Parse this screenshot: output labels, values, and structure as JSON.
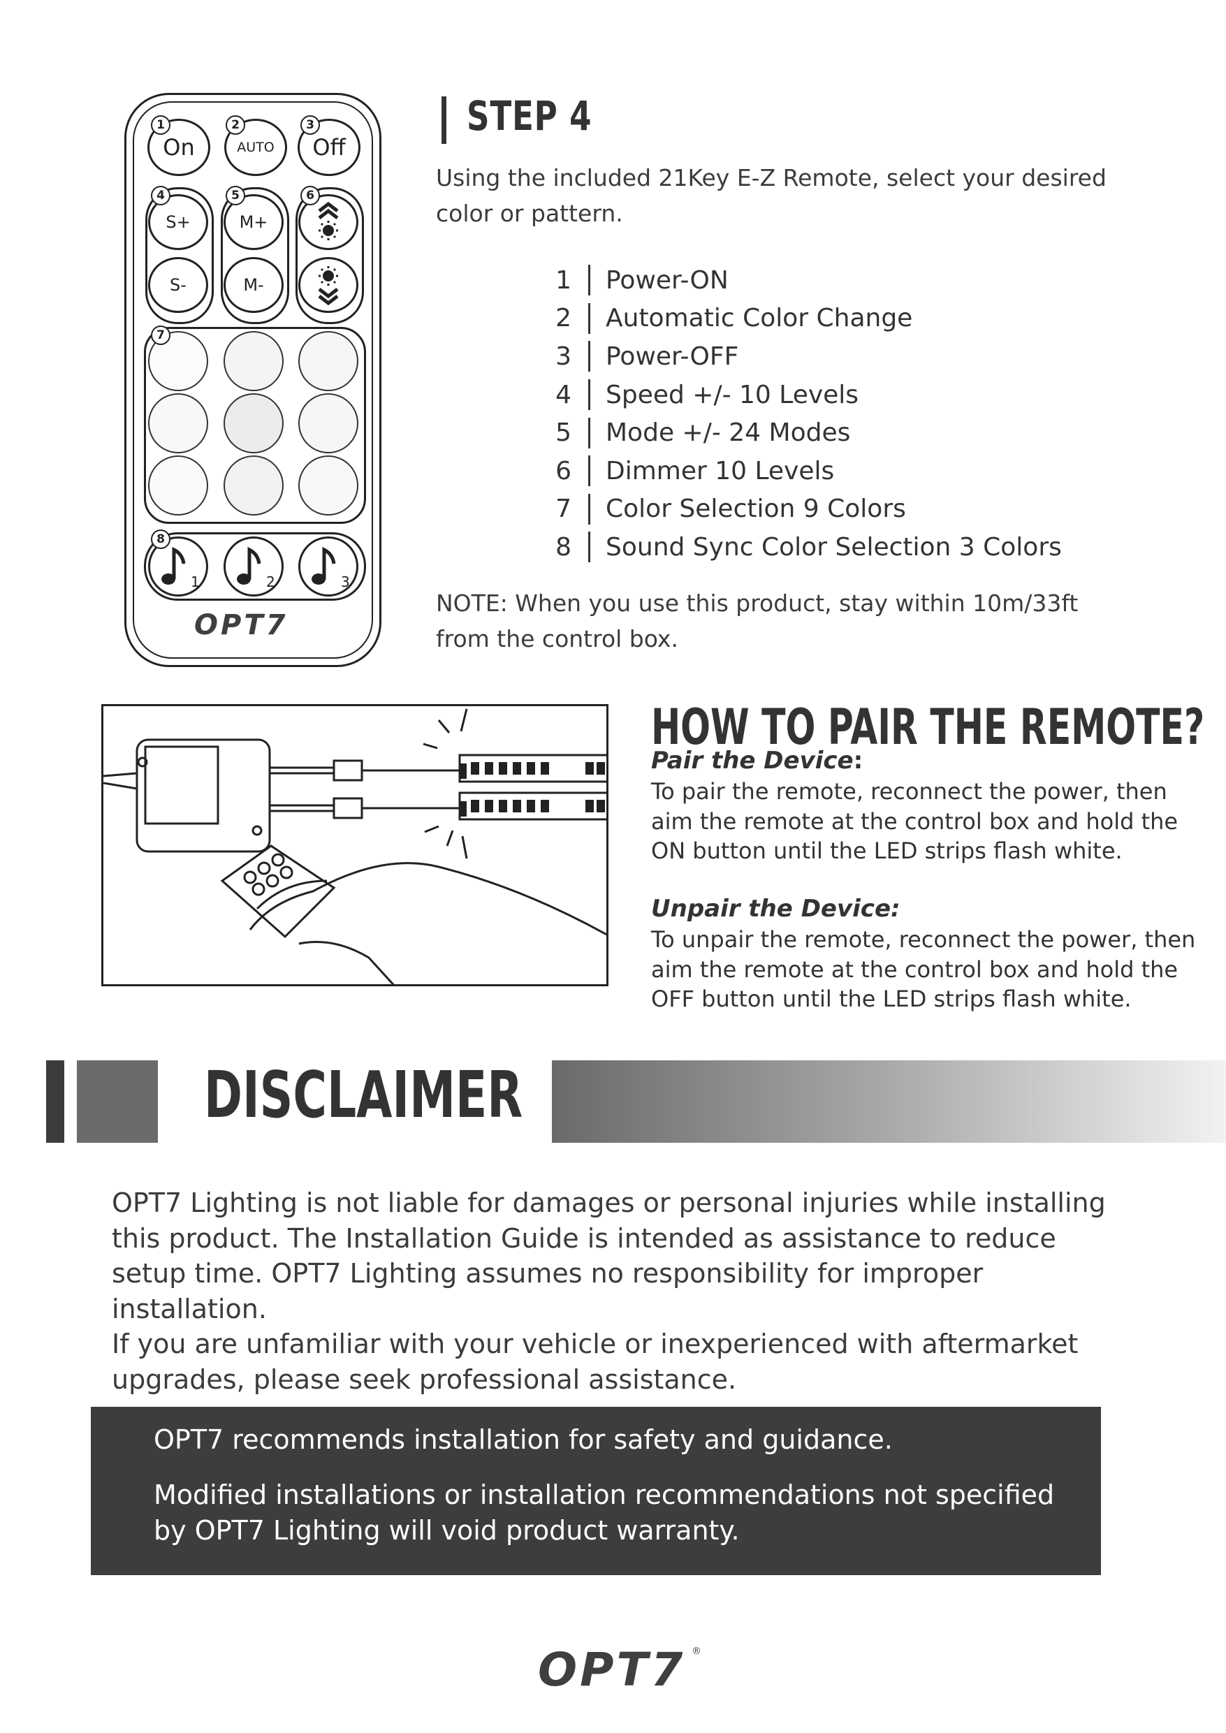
{
  "remote": {
    "on_label": "On",
    "auto_label": "AUTO",
    "off_label": "Off",
    "speed_up_label": "S+",
    "speed_down_label": "S-",
    "mode_up_label": "M+",
    "mode_down_label": "M-",
    "marker_1": "1",
    "marker_2": "2",
    "marker_3": "3",
    "marker_4": "4",
    "marker_5": "5",
    "marker_6": "6",
    "marker_7": "7",
    "marker_8": "8",
    "sound_1": "1",
    "sound_2": "2",
    "sound_3": "3",
    "logo": "OPT7"
  },
  "step4": {
    "title": "STEP 4",
    "intro": "Using the included 21Key E-Z Remote, select your desired color or pattern.",
    "items": [
      {
        "num": "1",
        "label": "Power-ON"
      },
      {
        "num": "2",
        "label": "Automatic Color Change"
      },
      {
        "num": "3",
        "label": "Power-OFF"
      },
      {
        "num": "4",
        "label": "Speed +/- 10 Levels"
      },
      {
        "num": "5",
        "label": "Mode +/- 24 Modes"
      },
      {
        "num": "6",
        "label": "Dimmer 10 Levels"
      },
      {
        "num": "7",
        "label": "Color Selection 9 Colors"
      },
      {
        "num": "8",
        "label": "Sound Sync Color Selection 3 Colors"
      }
    ],
    "note": "NOTE: When you use this product, stay within 10m/33ft from the control box."
  },
  "pairing": {
    "title": "HOW TO PAIR THE REMOTE?",
    "pair_heading": "Pair the Device",
    "pair_colon": ":",
    "pair_text": "To pair the remote, reconnect the power, then aim the remote at the control box and hold the ON button until the LED strips flash white.",
    "unpair_heading": "Unpair the Device:",
    "unpair_text": "To unpair the remote, reconnect the power, then aim the remote at the control box and hold the OFF button until the LED strips flash white."
  },
  "disclaimer": {
    "title": "DISCLAIMER",
    "paragraph_1": "OPT7 Lighting is not liable for damages or personal injuries while installing this product. The Installation Guide is intended as assistance to reduce setup time. OPT7 Lighting assumes no responsibility for improper installation.",
    "paragraph_2": "If you are unfamiliar with your vehicle or inexperienced with aftermarket upgrades, please seek professional assistance.",
    "box_line_1": "OPT7 recommends installation for safety and guidance.",
    "box_line_2": "Modified installations or installation recommendations not specified by OPT7 Lighting will void product warranty."
  },
  "footer": {
    "logo": "OPT7",
    "registered": "®"
  },
  "colors": {
    "text": "#3a3a3a",
    "dark_box": "#3d3d3d",
    "gradient_start": "#6a6a6a",
    "gradient_end": "#f2f2f2"
  }
}
